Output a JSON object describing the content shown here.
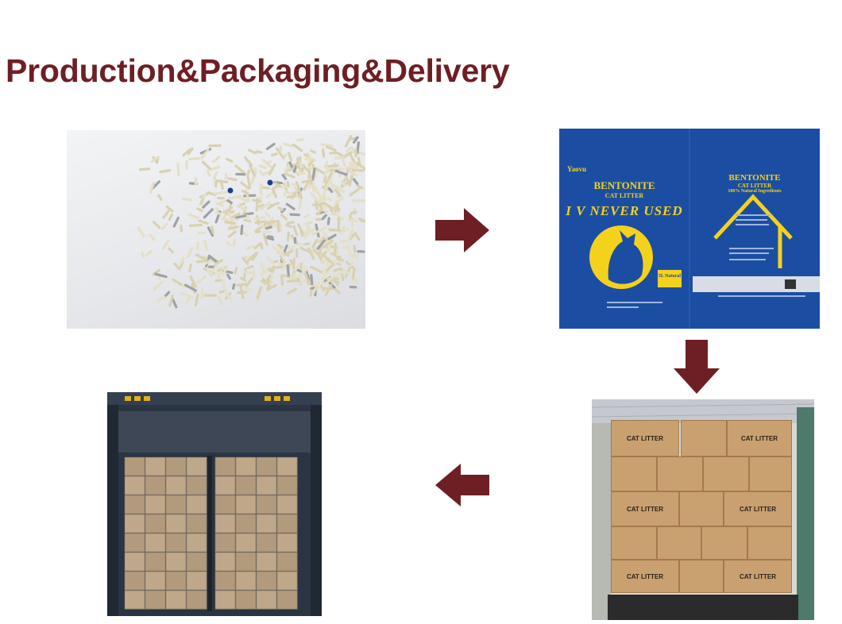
{
  "page": {
    "title": "Production&Packaging&Delivery",
    "title_color": "#6e1f24",
    "arrow_color": "#6e1f24"
  },
  "bag": {
    "brand": "Yaovu",
    "product_left": "BENTONITE",
    "subtitle_left": "CAT LITTER",
    "slogan": "I V NEVER USED",
    "badge": "5L Natural",
    "product_right": "BENTONITE",
    "subtitle_right": "CAT LITTER",
    "tagline_right": "100% Natural Ingredients",
    "color": "#1b4ea3",
    "accent": "#f4d21c"
  },
  "boxes": {
    "label": "CAT LITTER"
  },
  "steps": [
    {
      "name": "production"
    },
    {
      "name": "packaging"
    },
    {
      "name": "palletizing"
    },
    {
      "name": "delivery"
    }
  ]
}
